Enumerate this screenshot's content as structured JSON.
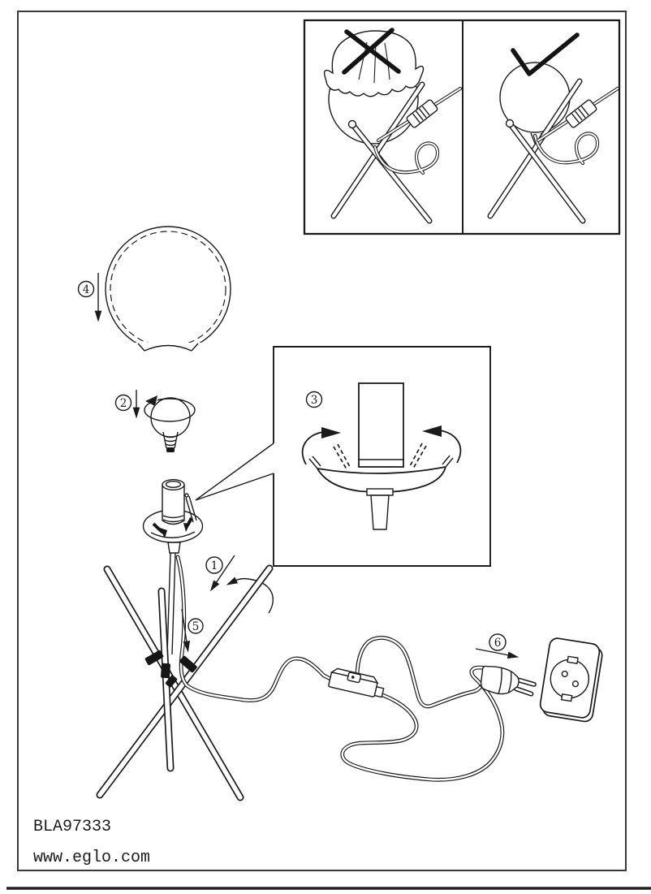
{
  "page": {
    "background": "#ffffff",
    "ink": "#1b1b1b"
  },
  "footer": {
    "product_code": "BLA97333",
    "website": "www.eglo.com"
  },
  "steps": {
    "s1": "1",
    "s2": "2",
    "s3": "3",
    "s4": "4",
    "s5": "5",
    "s6": "6"
  },
  "warning": {
    "wrong_icon": "x-mark",
    "correct_icon": "check-mark"
  }
}
